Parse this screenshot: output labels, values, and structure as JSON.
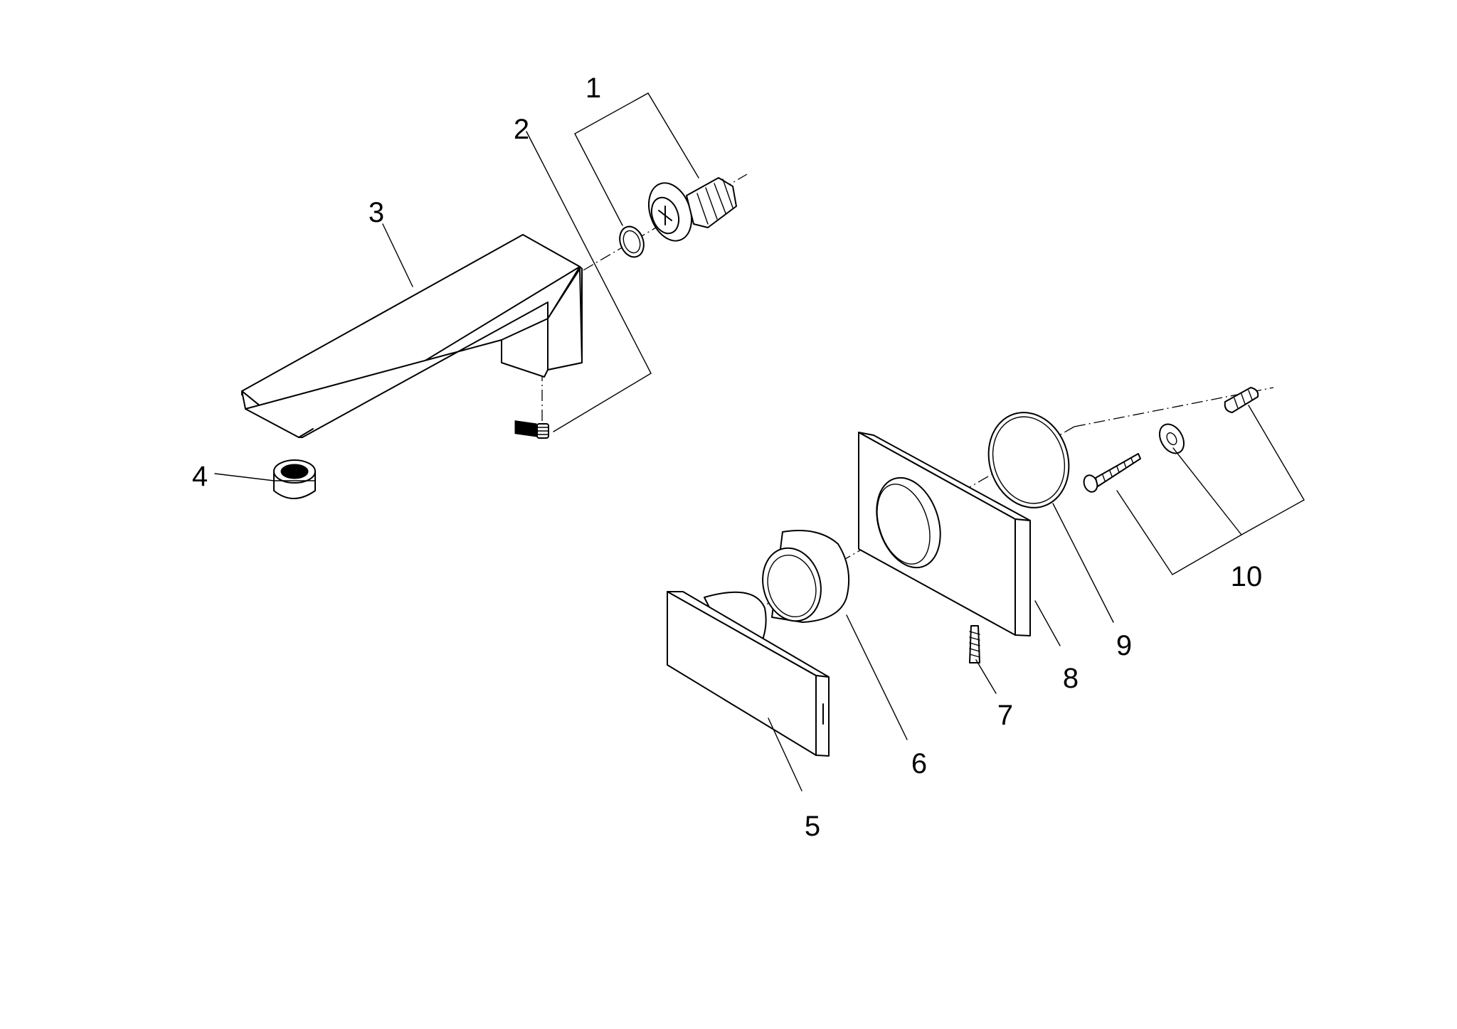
{
  "parts": [
    {
      "id": "part-1",
      "number": "1"
    },
    {
      "id": "part-2",
      "number": "2"
    },
    {
      "id": "part-3",
      "number": "3"
    },
    {
      "id": "part-4",
      "number": "4"
    },
    {
      "id": "part-5",
      "number": "5"
    },
    {
      "id": "part-6",
      "number": "6"
    },
    {
      "id": "part-7",
      "number": "7"
    },
    {
      "id": "part-8",
      "number": "8"
    },
    {
      "id": "part-9",
      "number": "9"
    },
    {
      "id": "part-10",
      "number": "10"
    }
  ],
  "colors": {
    "line": "#000000",
    "background": "#ffffff"
  }
}
